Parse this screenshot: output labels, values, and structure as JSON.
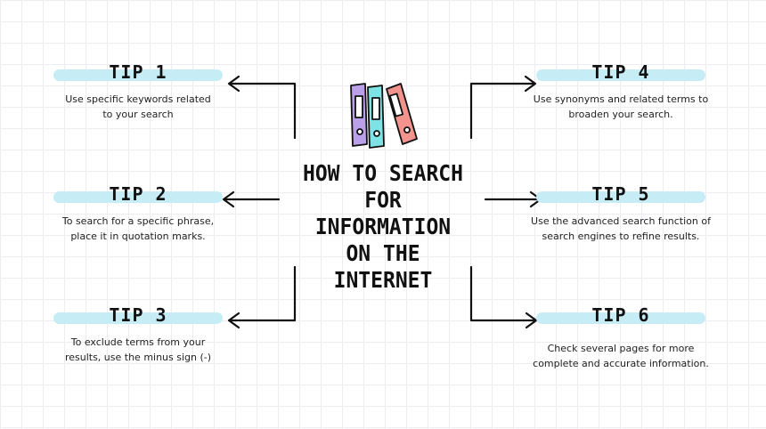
{
  "title": "HOW TO SEARCH FOR INFORMATION ON THE INTERNET",
  "title_lines": [
    "HOW TO SEARCH",
    "FOR INFORMATION",
    "ON THE INTERNET"
  ],
  "tips": [
    {
      "title": "TIP 1",
      "lines": [
        "Use specific keywords related",
        "to your search"
      ]
    },
    {
      "title": "TIP 2",
      "lines": [
        "To search for a specific phrase,",
        "place it in quotation marks."
      ]
    },
    {
      "title": "TIP 3",
      "lines": [
        "To exclude terms from your",
        "results, use the minus sign (-)"
      ]
    },
    {
      "title": "TIP 4",
      "lines": [
        "Use synonyms and related terms to",
        "broaden your search."
      ]
    },
    {
      "title": "TIP 5",
      "lines": [
        "Use the advanced search function of",
        "search engines to refine results."
      ]
    },
    {
      "title": "TIP 6",
      "lines": [
        "Check several pages for more",
        "complete and accurate information."
      ]
    }
  ],
  "icon": "binders-icon",
  "colors": {
    "highlight": "#c6edf6",
    "binder_purple": "#b9a0e8",
    "binder_teal": "#7fe3e6",
    "binder_pink": "#f2938e",
    "ink": "#111111"
  }
}
